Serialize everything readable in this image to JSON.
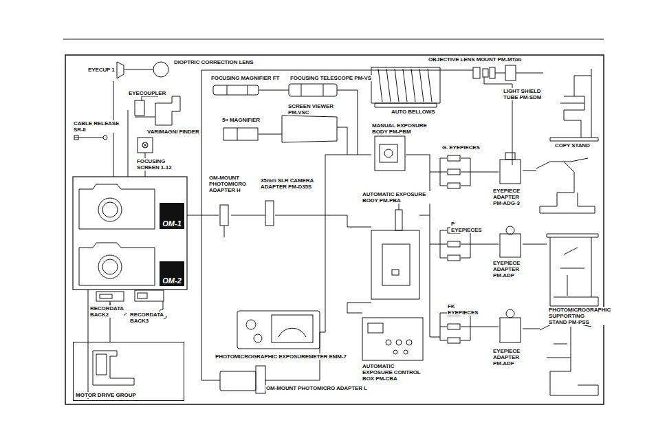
{
  "diagram": {
    "nodes": [
      {
        "text": [
          "OM-1"
        ]
      },
      {
        "text": [
          "OM-2"
        ]
      },
      {
        "text": [
          "MOTOR DRIVE GROUP"
        ]
      }
    ],
    "labels": [
      "EYECUP 1",
      "DIOPTRIC CORRECTION LENS",
      "EYECOUPLER",
      "VARIMAGNI FINDER",
      "CABLE RELEASE SR-II",
      "FOCUSING SCREEN 1-12",
      "FOCUSING MAGNIFIER FT",
      "FOCUSING TELESCOPE PM-VS",
      "SCREEN VIEWER PM-VSC",
      "5× MAGNIFIER",
      "OBJECTIVE LENS MOUNT PM-MTob",
      "AUTO BELLOWS",
      "LIGHT SHIELD TUBE PM-SDM",
      "COPY STAND",
      "MANUAL EXPOSURE BODY PM-PBM",
      "G. EYEPIECES",
      "OM-MOUNT PHOTOMICRO ADAPTER H",
      "35mm SLR CAMERA ADAPTER PM-D35S",
      "AUTOMATIC EXPOSURE BODY PM-PBA",
      "P EYEPIECES",
      "EYEPIECE ADAPTER PM-ADG-3",
      "EYEPIECE ADAPTER PM-ADP",
      "FK EYEPIECES",
      "EYEPIECE ADAPTER PM-ADF",
      "PHOTOMICROGRAPHIC SUPPORTING STAND PM-PSS",
      "RECORDATA BACK2",
      "RECORDATA BACK3",
      "PHOTOMICROGRAPHIC EXPOSUREMETER EMM-7",
      "AUTOMATIC EXPOSURE CONTROL BOX PM-CBA",
      "OM-MOUNT PHOTOMICRO ADAPTER L"
    ]
  }
}
